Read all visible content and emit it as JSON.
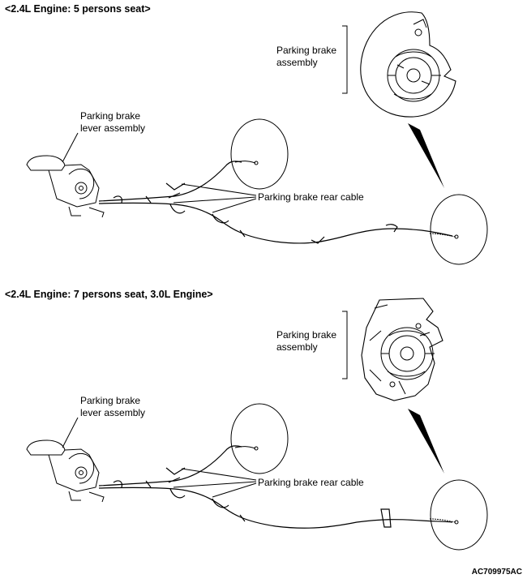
{
  "figure_id": "AC709975AC",
  "panels": [
    {
      "heading": "<2.4L Engine: 5 persons seat>",
      "labels": {
        "brake_assembly": [
          "Parking brake",
          "assembly"
        ],
        "lever_assembly": [
          "Parking brake",
          "lever assembly"
        ],
        "rear_cable": "Parking brake rear cable"
      }
    },
    {
      "heading": "<2.4L Engine: 7 persons seat, 3.0L Engine>",
      "labels": {
        "brake_assembly": [
          "Parking brake",
          "assembly"
        ],
        "lever_assembly": [
          "Parking brake",
          "lever assembly"
        ],
        "rear_cable": "Parking brake rear cable"
      }
    }
  ]
}
